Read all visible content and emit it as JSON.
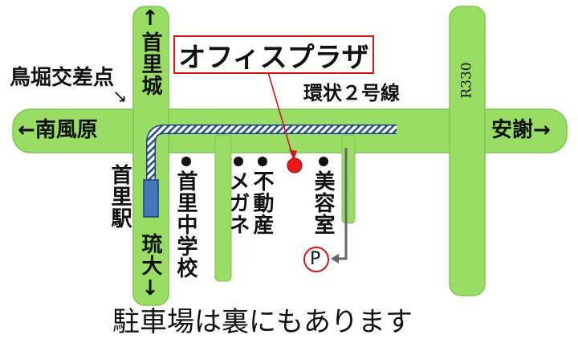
{
  "colors": {
    "road": "#99dd66",
    "road_edge": "#7fc74f",
    "monorail": "#4477bb",
    "destination": "#e81818",
    "arrow": "#d01818",
    "parking": "#d01818",
    "guide": "#666666"
  },
  "destination": {
    "name": "オフィスプラザ"
  },
  "roads": {
    "north": "↑首里城",
    "south": "琉大↓",
    "west": "←南風原",
    "east": "安謝→",
    "route330": "R330",
    "loop2": "環状２号線"
  },
  "intersection": {
    "name": "鳥堀交差点",
    "arrow": "↘"
  },
  "station": {
    "name": "首里駅"
  },
  "landmarks": {
    "school": "首里中学校",
    "glasses": "メガネ",
    "realestate": "不動産",
    "salon": "美容室"
  },
  "parking": {
    "symbol": "P"
  },
  "footer_note": "駐車場は裏にもあります"
}
